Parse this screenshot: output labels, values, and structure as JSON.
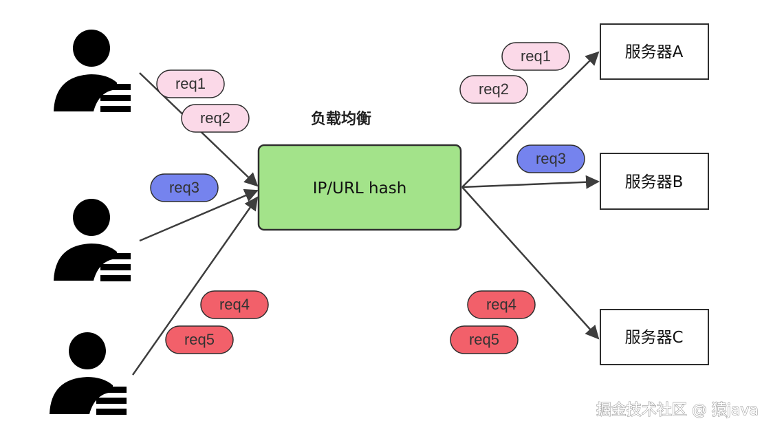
{
  "title": "负载均衡",
  "balancer": {
    "label": "IP/URL hash",
    "color": "#a3e38a"
  },
  "servers": [
    {
      "label": "服务器A"
    },
    {
      "label": "服务器B"
    },
    {
      "label": "服务器C"
    }
  ],
  "clients": [
    {
      "icon": "user-icon"
    },
    {
      "icon": "user-icon"
    },
    {
      "icon": "user-icon"
    }
  ],
  "requests": {
    "incoming": [
      "req1",
      "req2",
      "req3",
      "req4",
      "req5"
    ],
    "outgoing": [
      "req1",
      "req2",
      "req3",
      "req4",
      "req5"
    ]
  },
  "colors": {
    "pink": "#fbd9e8",
    "blue": "#7583ee",
    "red": "#f2606a",
    "arrow": "#3d3d3d"
  },
  "watermark": "掘金技术社区 @ 猿java"
}
